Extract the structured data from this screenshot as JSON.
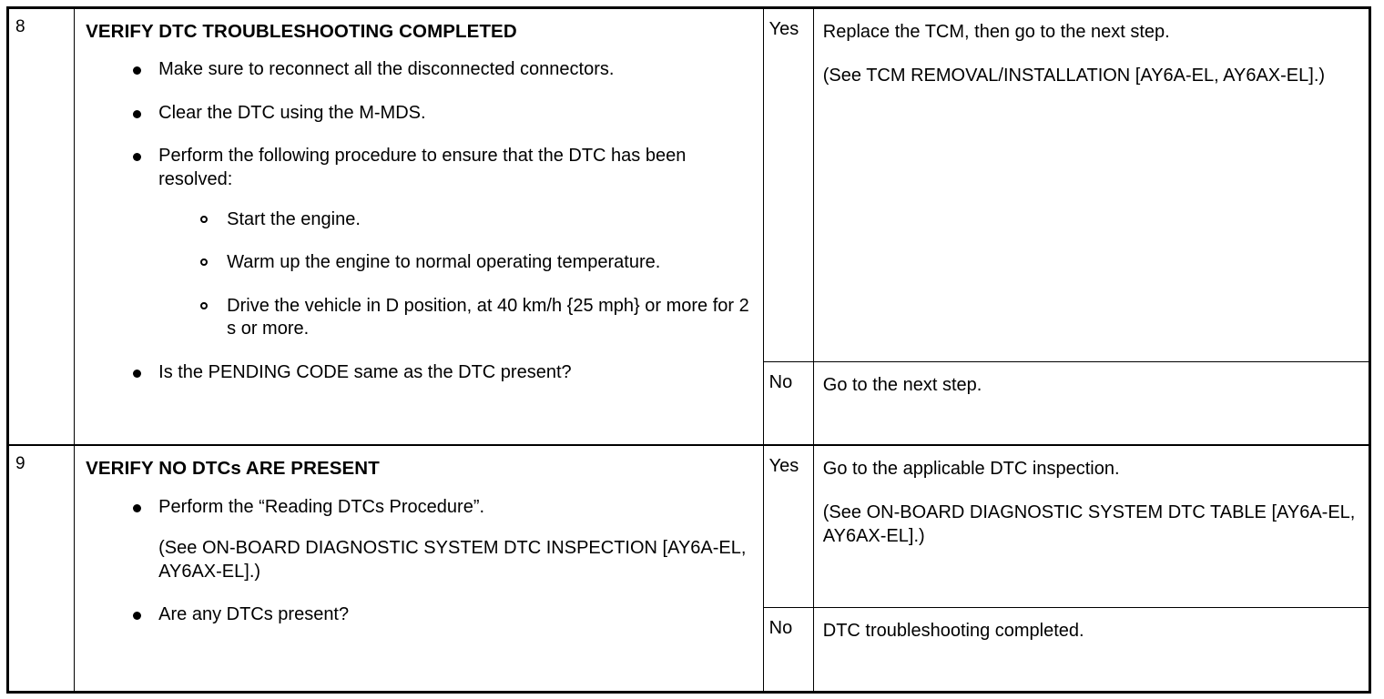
{
  "document": {
    "type": "diagnostic-troubleshooting-table",
    "steps": [
      {
        "number": "8",
        "title": "VERIFY DTC TROUBLESHOOTING COMPLETED",
        "bullets": [
          {
            "text": "Make sure to reconnect all the disconnected connectors."
          },
          {
            "text": "Clear the DTC using the M-MDS."
          },
          {
            "text": "Perform the following procedure to ensure that the DTC has been resolved:",
            "sub_bullets": [
              "Start the engine.",
              "Warm up the engine to normal operating temperature.",
              "Drive the vehicle in D position, at 40 km/h {25 mph} or more for 2 s or more."
            ]
          },
          {
            "text": "Is the PENDING CODE same as the DTC present?"
          }
        ],
        "results": [
          {
            "answer": "Yes",
            "lines": [
              "Replace the TCM, then go to the next step.",
              "(See TCM REMOVAL/INSTALLATION [AY6A-EL, AY6AX-EL].)"
            ]
          },
          {
            "answer": "No",
            "lines": [
              "Go to the next step."
            ]
          }
        ]
      },
      {
        "number": "9",
        "title": "VERIFY NO DTCs ARE PRESENT",
        "bullets": [
          {
            "text": "Perform the “Reading DTCs Procedure”.",
            "note": "(See ON-BOARD DIAGNOSTIC SYSTEM DTC INSPECTION [AY6A-EL, AY6AX-EL].)"
          },
          {
            "text": "Are any DTCs present?"
          }
        ],
        "results": [
          {
            "answer": "Yes",
            "lines": [
              "Go to the applicable DTC inspection.",
              "(See ON-BOARD DIAGNOSTIC SYSTEM DTC TABLE [AY6A-EL, AY6AX-EL].)"
            ]
          },
          {
            "answer": "No",
            "lines": [
              "DTC troubleshooting completed."
            ]
          }
        ]
      }
    ],
    "colors": {
      "ink": "#000000",
      "paper": "#ffffff"
    }
  }
}
